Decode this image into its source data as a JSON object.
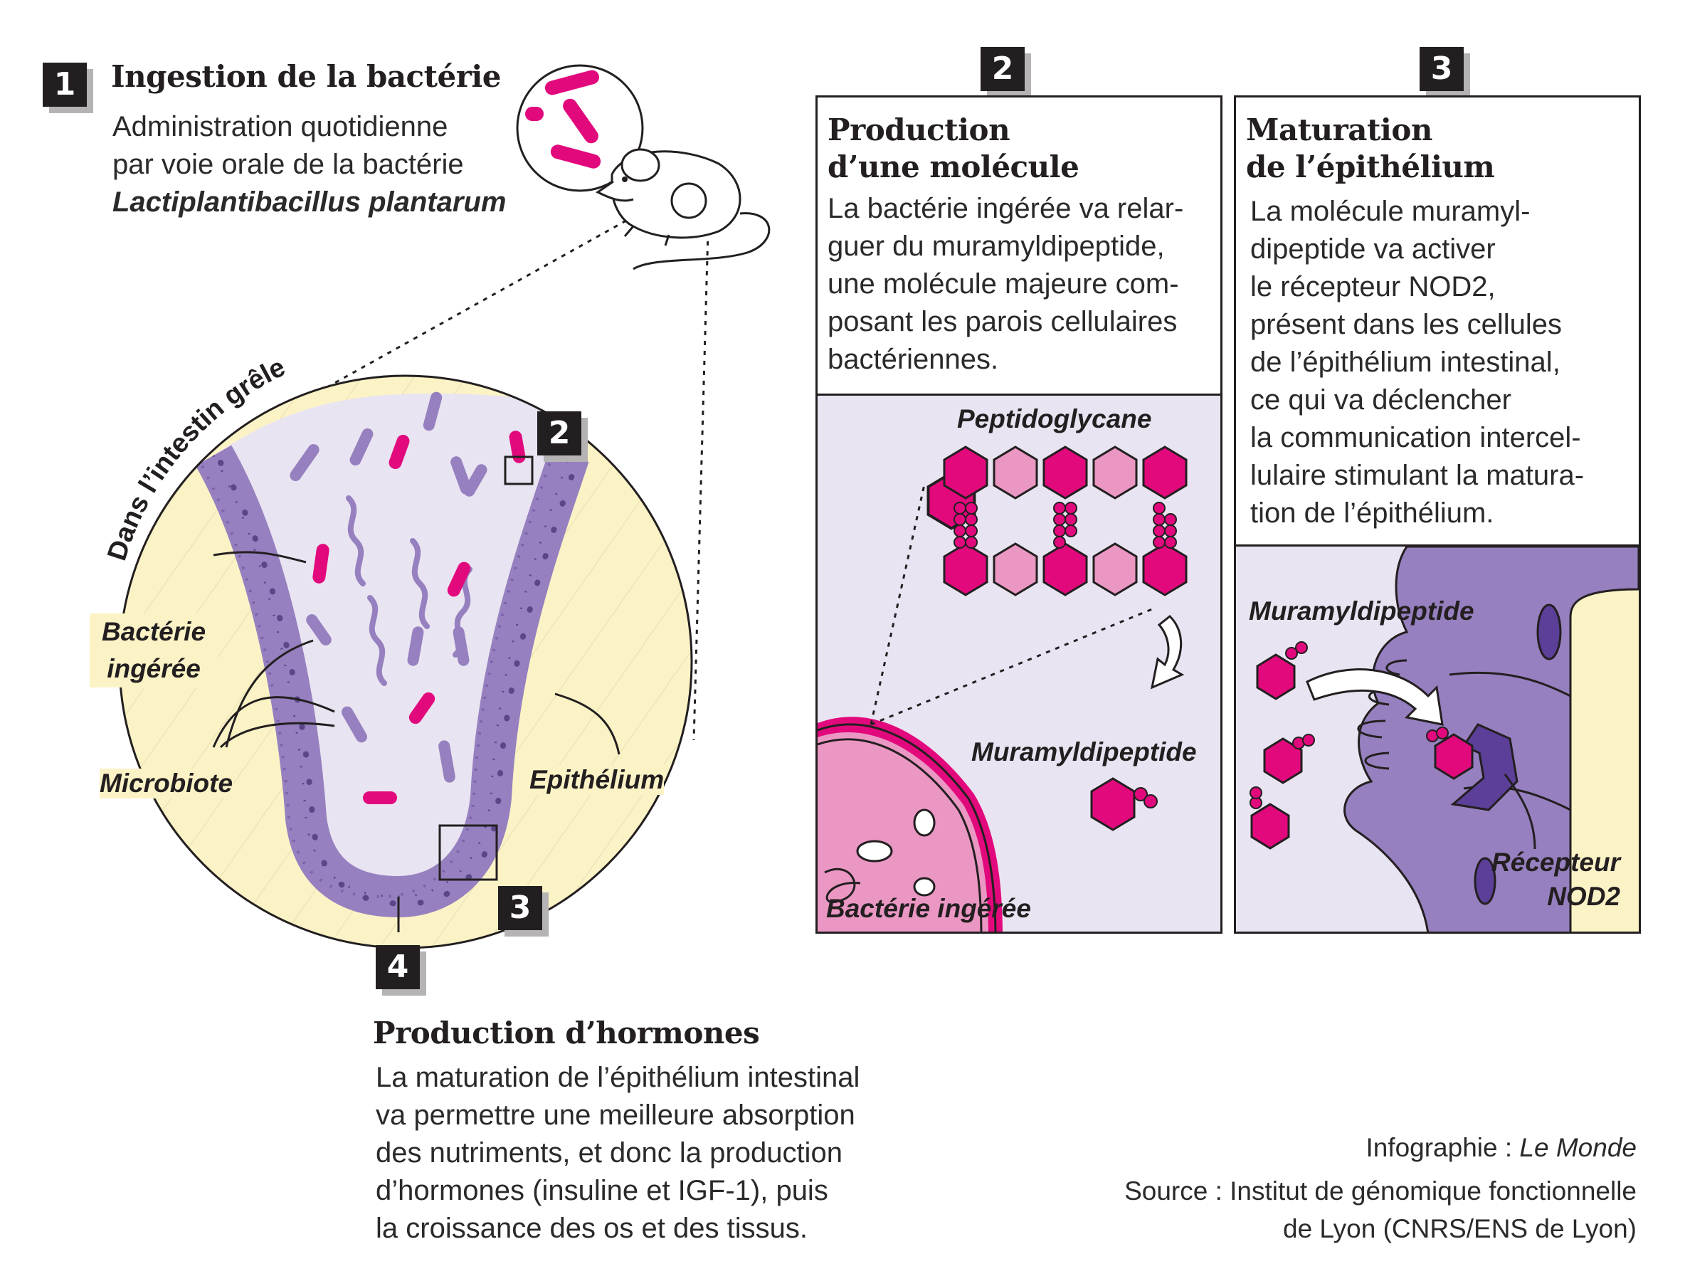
{
  "step1": {
    "number": "1",
    "title": "Ingestion de la bactérie",
    "text_line1": "Administration quotidienne",
    "text_line2": "par voie orale de la bactérie",
    "species": "Lactiplantibacillus plantarum"
  },
  "intestine": {
    "label": "Dans l’intestin grêle",
    "bacteria_label_line1": "Bactérie",
    "bacteria_label_line2": "ingérée",
    "microbiote_label": "Microbiote",
    "epithelium_label": "Epithélium",
    "marker2": "2",
    "marker3": "3",
    "marker4": "4"
  },
  "step2": {
    "number": "2",
    "title_line1": "Production",
    "title_line2": "d’une molécule",
    "lines": [
      "La bactérie ingérée va relar-",
      "guer du muramyldipeptide,",
      "une molécule majeure com-",
      "posant les parois cellulaires",
      "bactériennes."
    ],
    "fig_peptidoglycane": "Peptidoglycane",
    "fig_muramyl": "Muramyldipeptide",
    "fig_bacterie": "Bactérie ingérée"
  },
  "step3": {
    "number": "3",
    "title_line1": "Maturation",
    "title_line2": "de l’épithélium",
    "lines": [
      "La molécule muramyl-",
      "dipeptide va activer",
      "le récepteur NOD2,",
      "présent dans les cellules",
      "de l’épithélium intestinal,",
      "ce qui va déclencher",
      "la communication intercel-",
      "lulaire stimulant la matura-",
      "tion de l’épithélium."
    ],
    "fig_muramyl": "Muramyldipeptide",
    "fig_receptor_line1": "Récepteur",
    "fig_receptor_line2": "NOD2"
  },
  "step4": {
    "title": "Production d’hormones",
    "lines": [
      "La maturation de l’épithélium intestinal",
      "va permettre une meilleure absorption",
      "des nutriments, et donc la production",
      "d’hormones (insuline et IGF-1), puis",
      "la croissance des os et des tissus."
    ]
  },
  "credits": {
    "infographie_prefix": "Infographie : ",
    "infographie_name": "Le Monde",
    "source_line1": "Source : Institut de génomique fonctionnelle",
    "source_line2": "de Lyon (CNRS/ENS de Lyon)"
  },
  "colors": {
    "magenta": "#e2097d",
    "light_pink": "#eb97c4",
    "purple": "#9680bf",
    "lavender": "#e9e4f1",
    "cream": "#fbf3c6",
    "dark": "#231f20"
  }
}
